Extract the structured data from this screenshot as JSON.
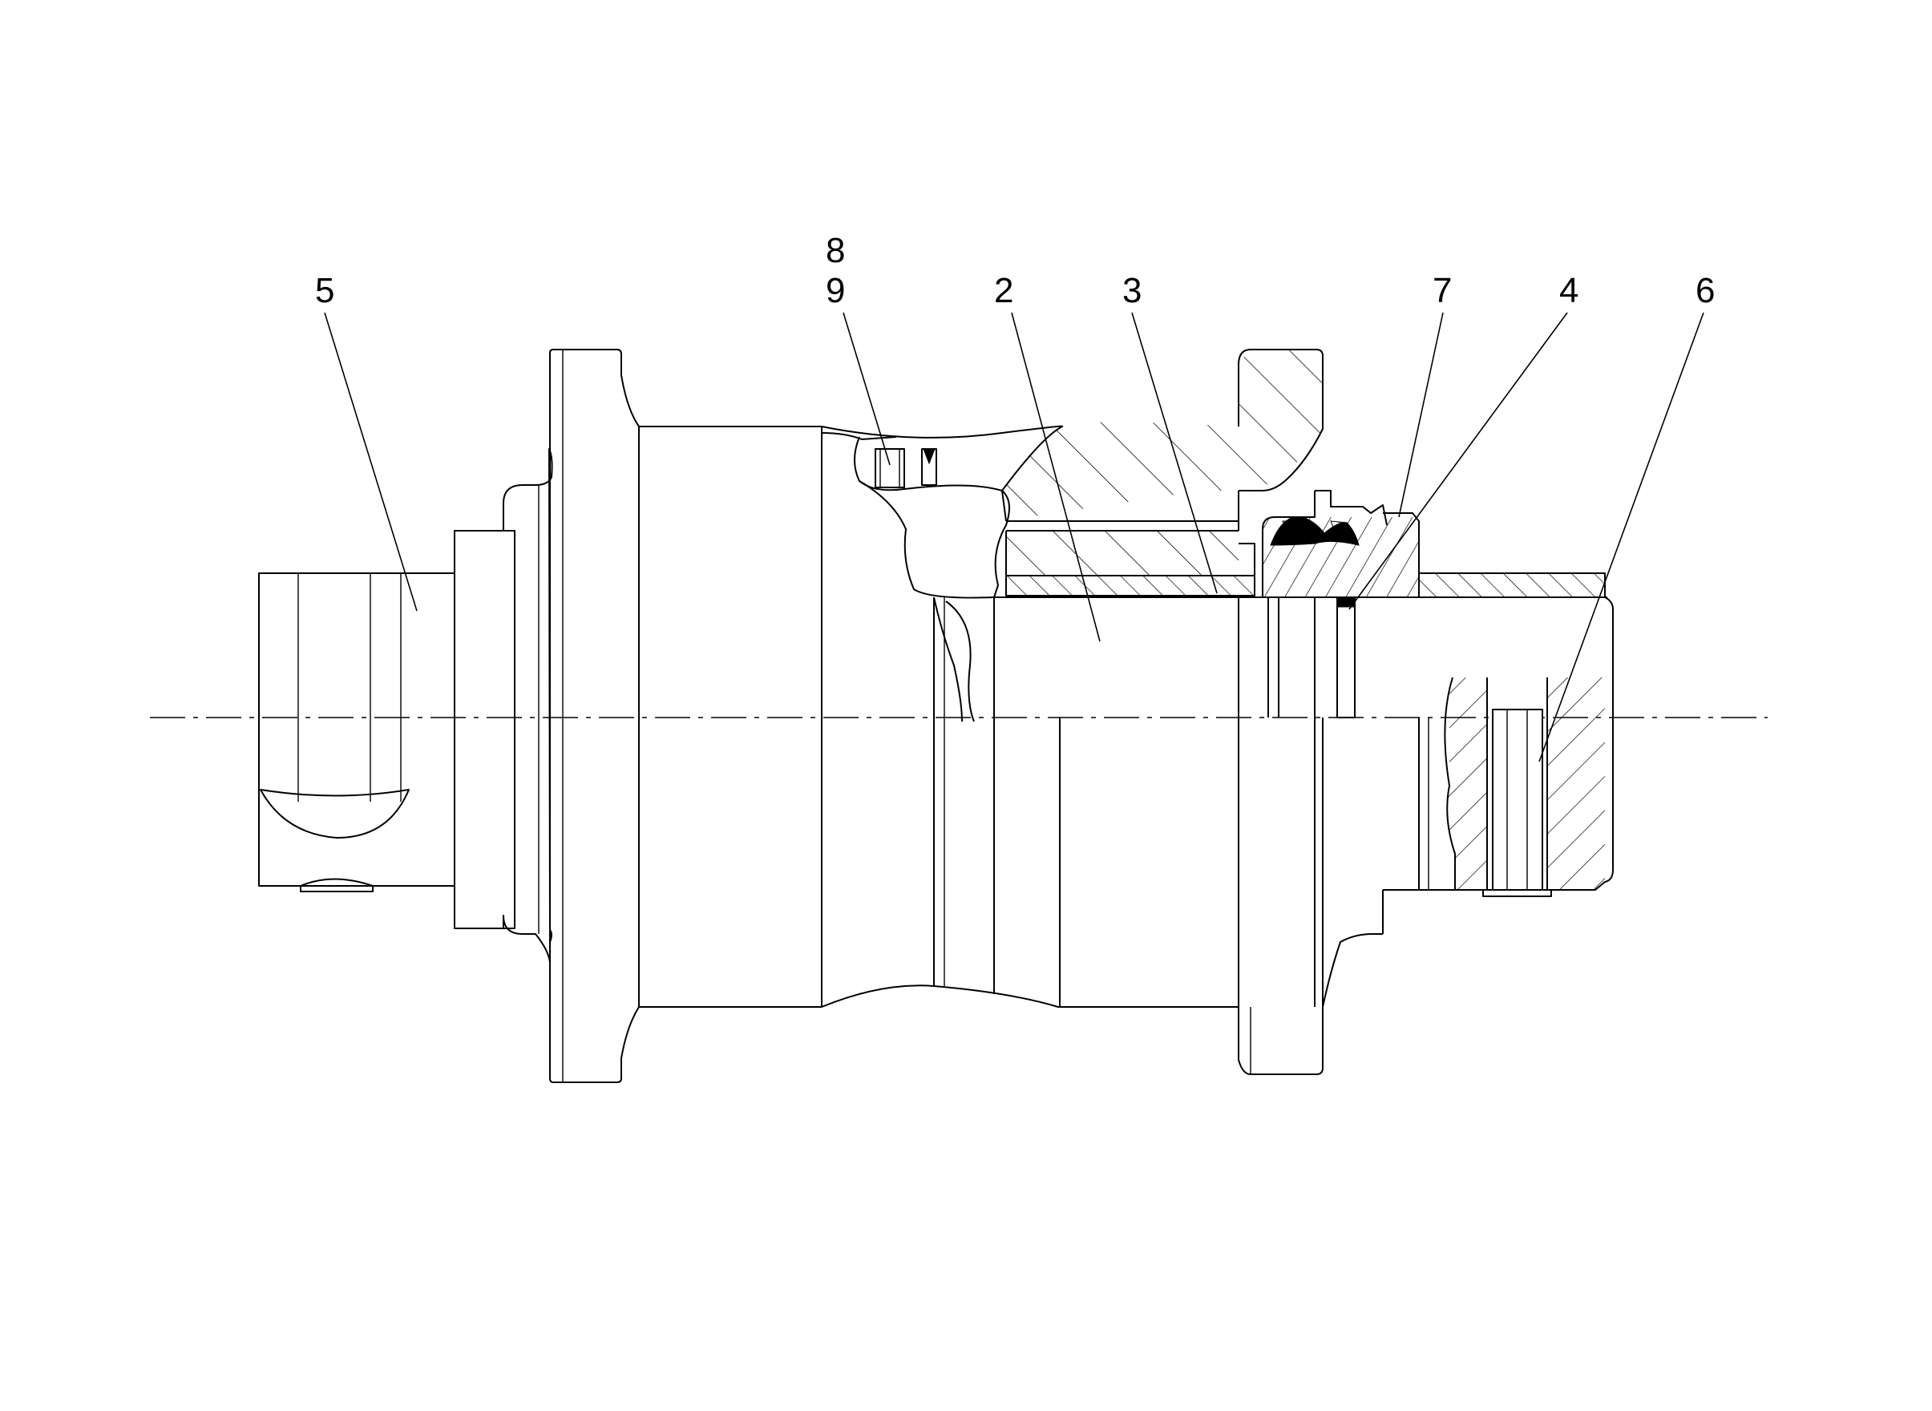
{
  "callouts": [
    {
      "id": "5",
      "label": "5"
    },
    {
      "id": "8",
      "label": "8"
    },
    {
      "id": "9",
      "label": "9"
    },
    {
      "id": "2",
      "label": "2"
    },
    {
      "id": "3",
      "label": "3"
    },
    {
      "id": "7",
      "label": "7"
    },
    {
      "id": "4",
      "label": "4"
    },
    {
      "id": "6",
      "label": "6"
    }
  ],
  "colors": {
    "line": "#000000",
    "background": "#ffffff"
  }
}
